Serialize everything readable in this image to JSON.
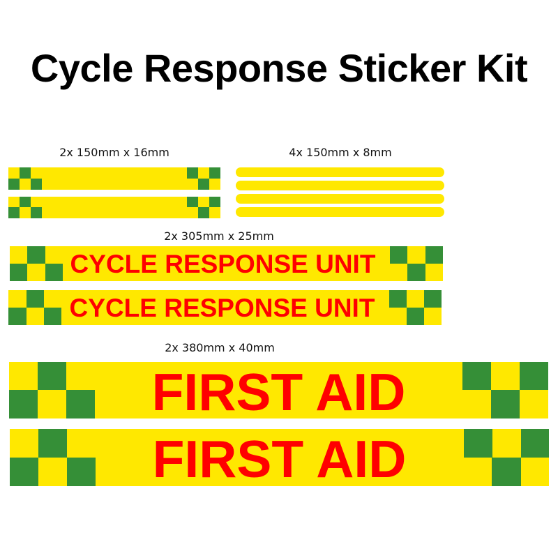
{
  "title": "Cycle Response Sticker Kit",
  "colors": {
    "yellow": "#FFE800",
    "green": "#358F37",
    "red": "#FF0000",
    "text": "#000000"
  },
  "groups": [
    {
      "label": "2x 150mm x 16mm",
      "quantity": 2,
      "length_mm": 150,
      "height_mm": 16,
      "text": "",
      "pattern": "checkered ends"
    },
    {
      "label": "4x 150mm x 8mm",
      "quantity": 4,
      "length_mm": 150,
      "height_mm": 8,
      "text": "",
      "pattern": "plain yellow rounded stripe"
    },
    {
      "label": "2x 305mm x 25mm",
      "quantity": 2,
      "length_mm": 305,
      "height_mm": 25,
      "text": "CYCLE RESPONSE UNIT",
      "pattern": "checkered ends"
    },
    {
      "label": "2x 380mm x 40mm",
      "quantity": 2,
      "length_mm": 380,
      "height_mm": 40,
      "text": "FIRST AID",
      "pattern": "checkered ends"
    }
  ]
}
